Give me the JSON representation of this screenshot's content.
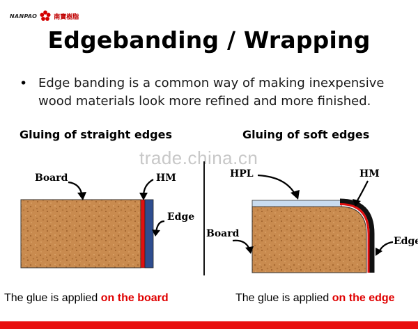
{
  "logo": {
    "word": "NANPAO",
    "cn": "南寶樹脂",
    "mark_icon": "flower-logo-icon",
    "brand_color": "#c00000"
  },
  "title": "Edgebanding / Wrapping",
  "bullet": "Edge banding is a common way of making inexpensive wood materials look more refined and more finished.",
  "watermark": "trade.china.cn",
  "left_section": {
    "heading": "Gluing of straight edges",
    "labels": {
      "board": "Board",
      "hm": "HM",
      "edge": "Edge"
    },
    "caption_prefix": "The glue is applied ",
    "caption_highlight": "on the board"
  },
  "right_section": {
    "heading": "Gluing of soft edges",
    "labels": {
      "hpl": "HPL",
      "hm": "HM",
      "board": "Board",
      "edge": "Edge"
    },
    "caption_prefix": "The glue is applied ",
    "caption_highlight": "on the edge"
  },
  "colors": {
    "board_fill": "#c98b4f",
    "glue": "#e01010",
    "edge_band": "#2e4d8f",
    "hpl": "#c9dcf0",
    "highlight": "#e00000",
    "bottom_bar": "#e8100f"
  }
}
